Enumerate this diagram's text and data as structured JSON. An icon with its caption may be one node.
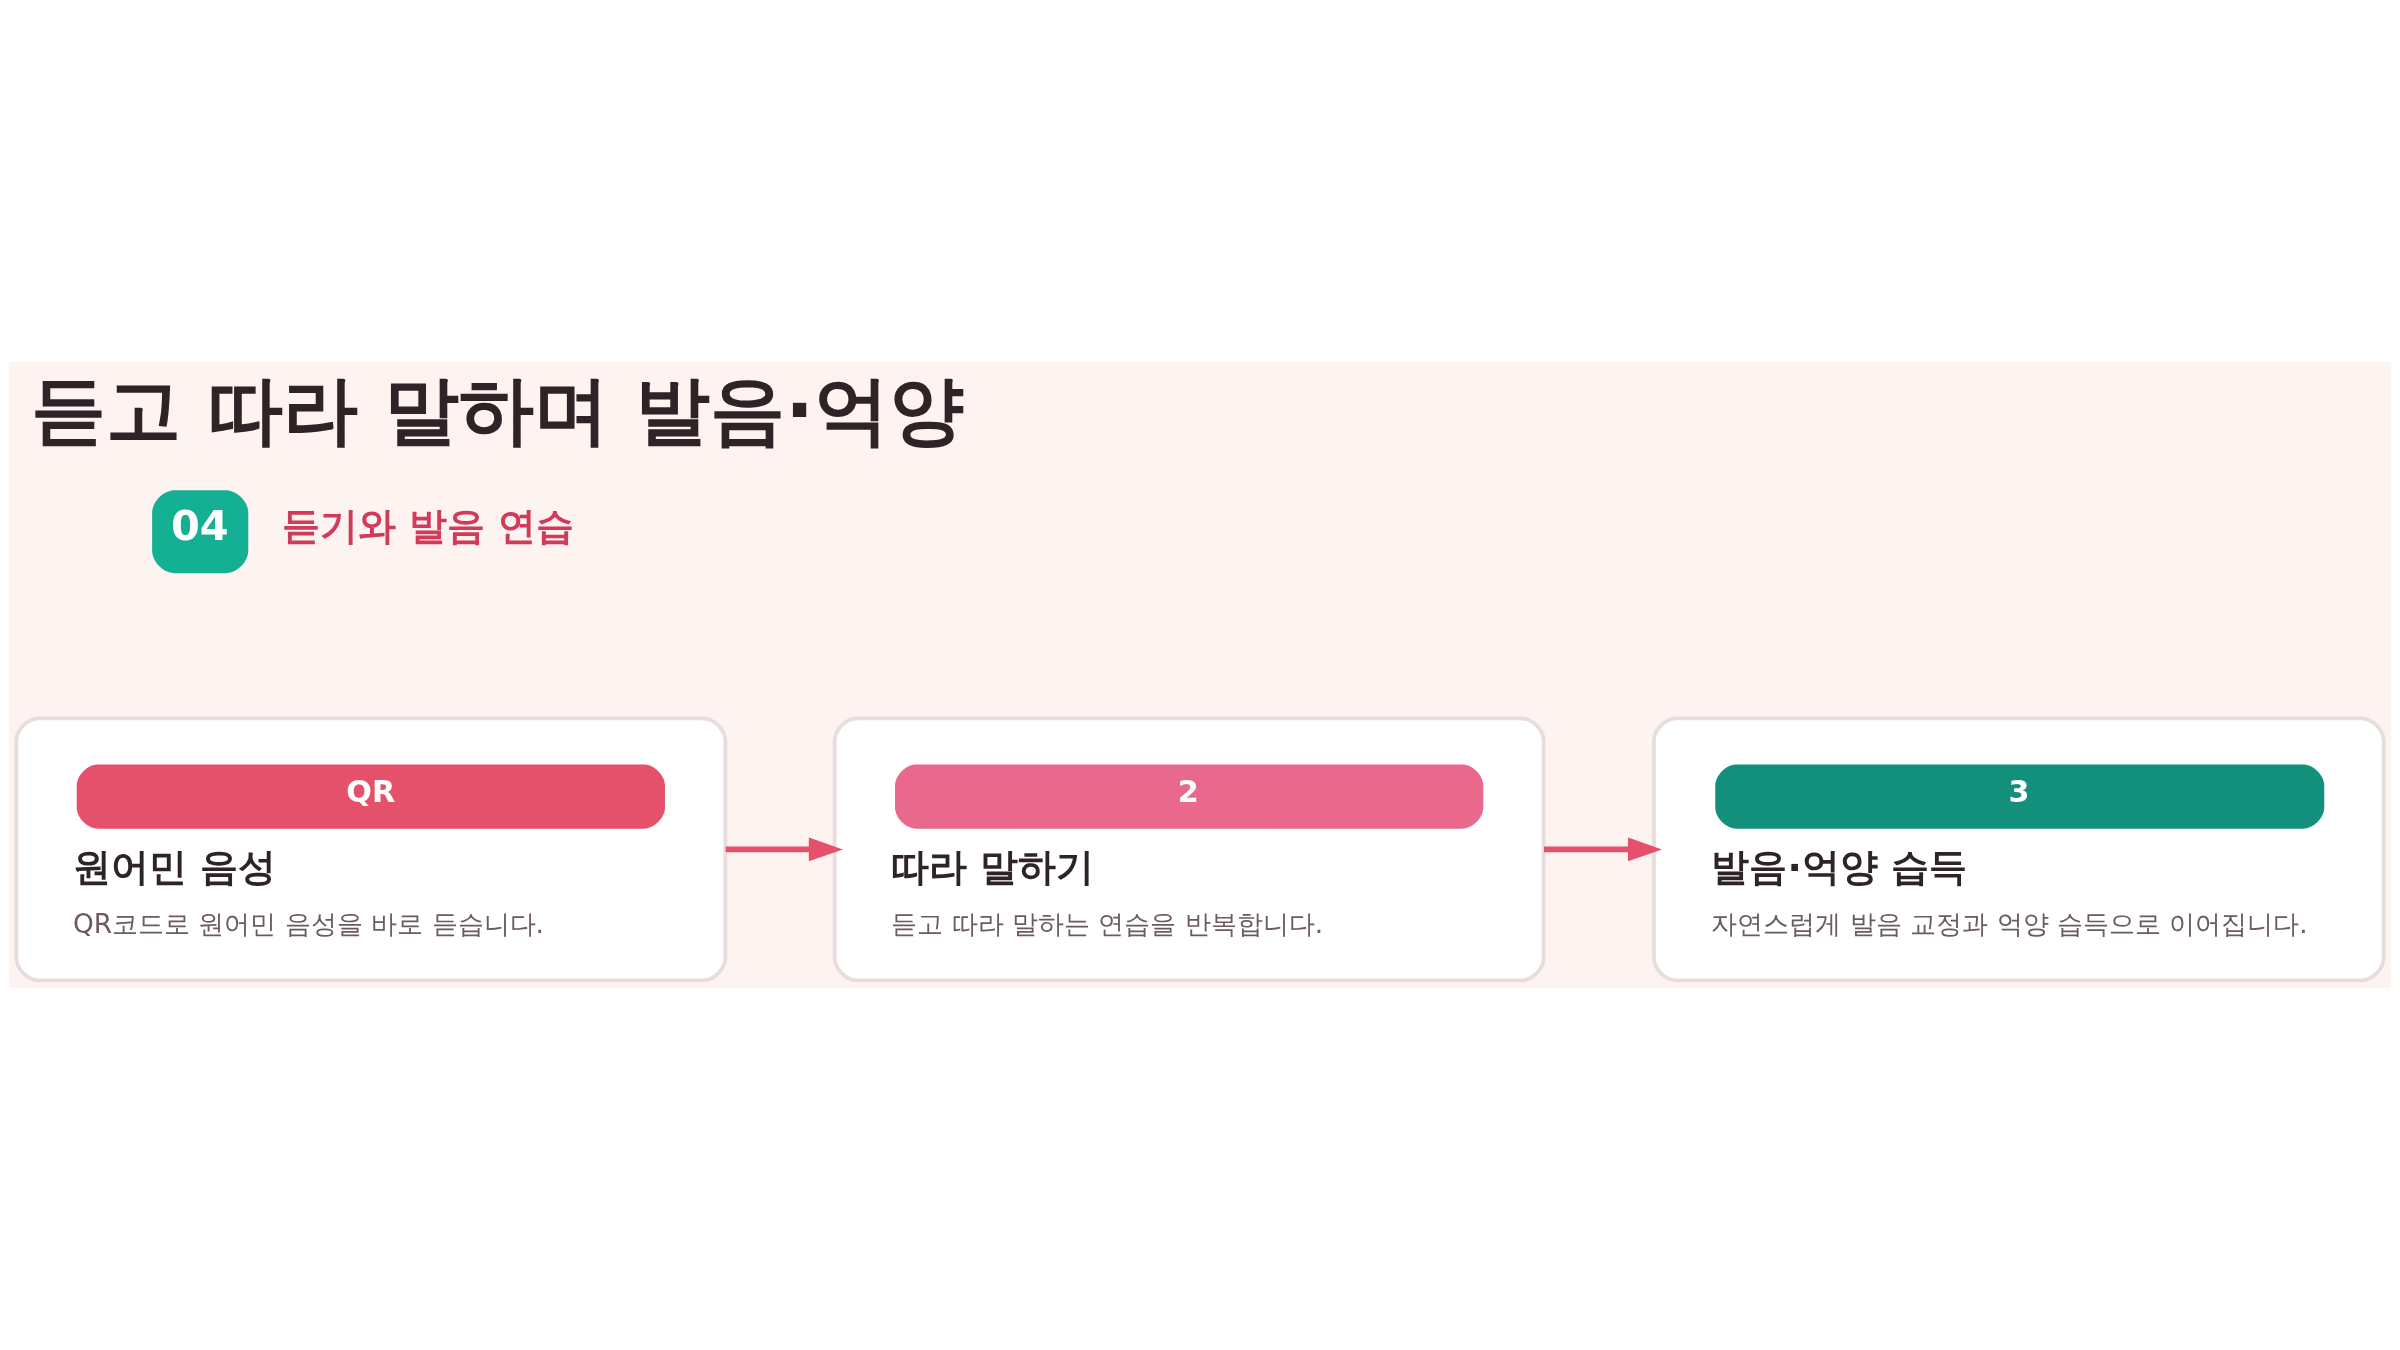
{
  "diagram": {
    "title": "듣고 따라 말하며 발음·억양",
    "nodes": [
      {
        "text": [
          "QR",
          "원어민 음성",
          "QR코드로 원어민 음성을 바로 듣습니다."
        ]
      },
      {
        "text": [
          "2",
          "따라 말하기",
          "듣고 따라 말하는 연습을 반복합니다."
        ]
      },
      {
        "text": [
          "3",
          "발음·억양 습득",
          "자연스럽게 발음 교정과 억양 습득으로 이어집니다."
        ]
      }
    ],
    "edges": [
      {
        "from": 0,
        "to": 1,
        "arrow": "to"
      },
      {
        "from": 1,
        "to": 2,
        "arrow": "to"
      }
    ],
    "labels": [
      "04",
      "듣기와 발음 연습"
    ]
  }
}
